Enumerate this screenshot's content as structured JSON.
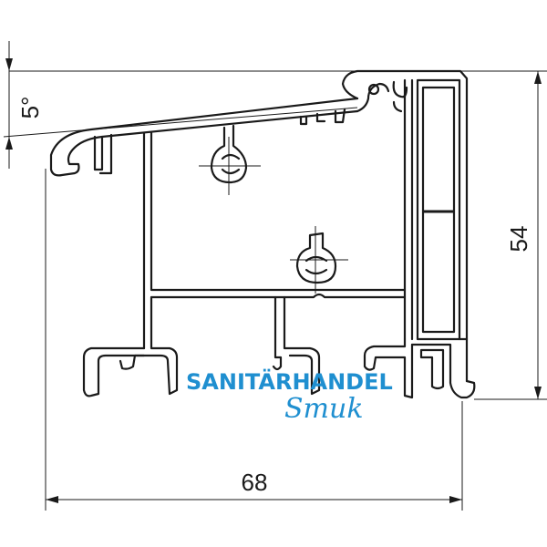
{
  "drawing": {
    "angle_label": "5°",
    "height_label": "54",
    "width_label": "68"
  },
  "watermark": {
    "line1": "SANITÄRHANDEL",
    "line2": "Smuk",
    "color": "#1f8fd0"
  }
}
